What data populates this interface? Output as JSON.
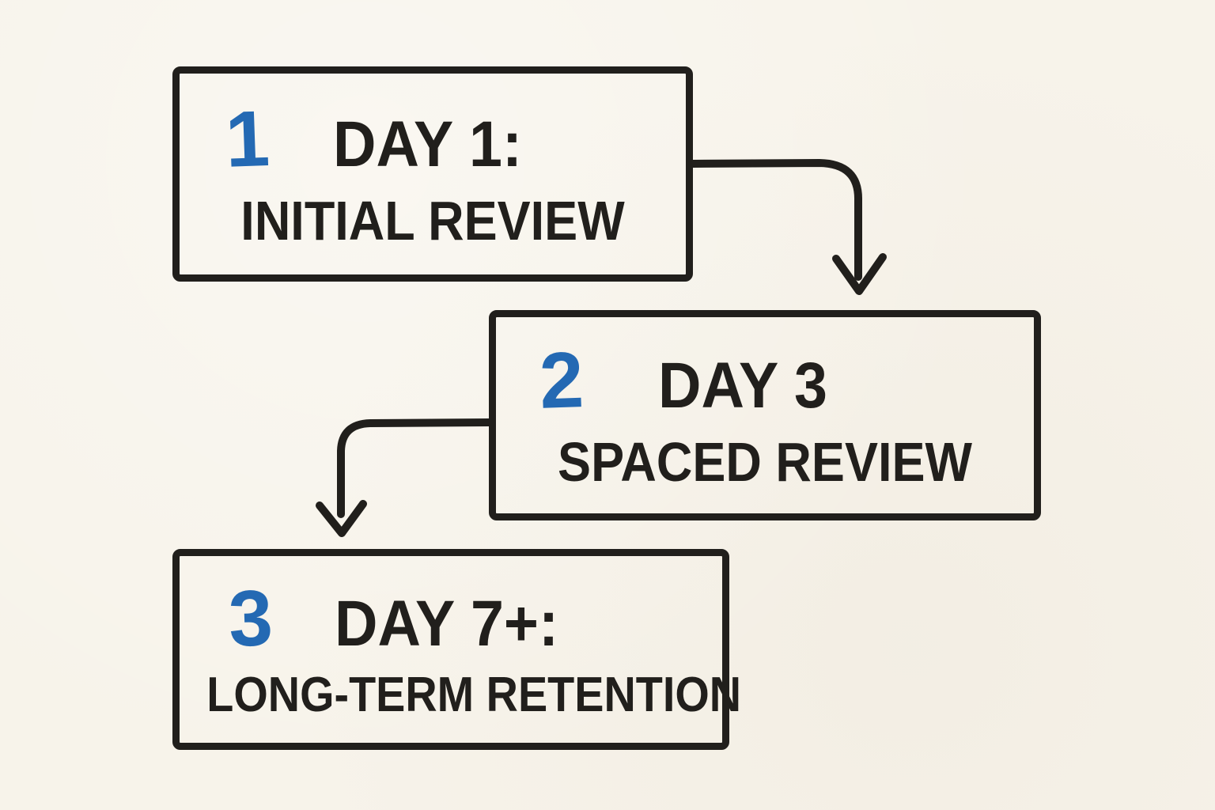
{
  "diagram": {
    "type": "flowchart",
    "theme": {
      "paper_color": "#f7f3ea",
      "ink_color": "#211f1c",
      "accent_blue": "#2469b3"
    },
    "steps": [
      {
        "number": "1",
        "title": "DAY 1:",
        "subtitle": "INITIAL REVIEW"
      },
      {
        "number": "2",
        "title": "DAY 3",
        "subtitle": "SPACED REVIEW"
      },
      {
        "number": "3",
        "title": "DAY 7+:",
        "subtitle": "LONG-TERM RETENTION"
      }
    ],
    "connections": [
      {
        "from": "step-1",
        "to": "step-2",
        "style": "elbow-down-arrow"
      },
      {
        "from": "step-2",
        "to": "step-3",
        "style": "elbow-down-arrow"
      }
    ]
  }
}
